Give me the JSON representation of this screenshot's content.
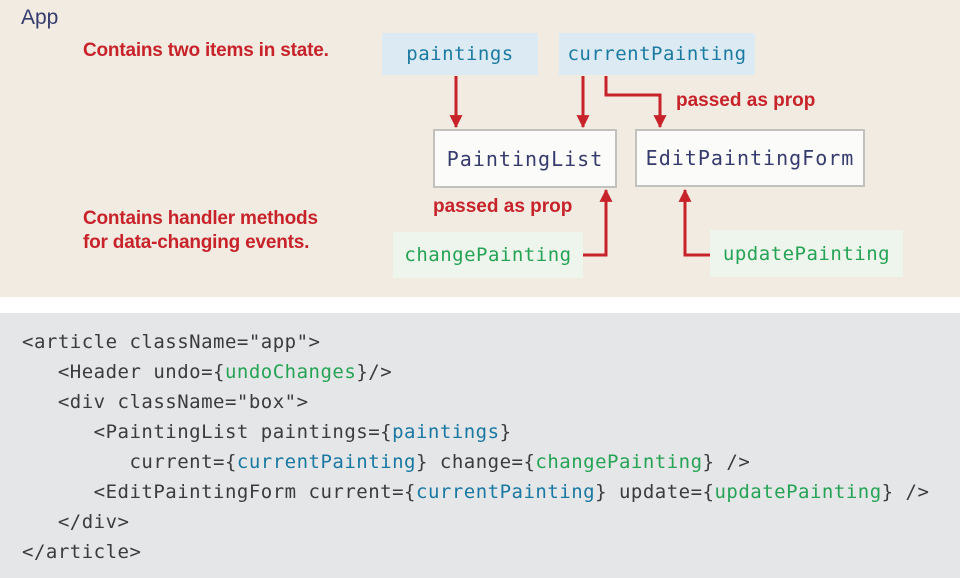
{
  "diagram": {
    "app_label": "App",
    "note_state": "Contains two items in state.",
    "note_handlers_line1": "Contains handler methods",
    "note_handlers_line2": "for data-changing events.",
    "passed_as_prop_right": "passed as prop",
    "passed_as_prop_left": "passed as prop",
    "state_items": {
      "paintings": "paintings",
      "current_painting": "currentPainting"
    },
    "components": {
      "painting_list": "PaintingList",
      "edit_painting_form": "EditPaintingForm"
    },
    "handlers": {
      "change_painting": "changePainting",
      "update_painting": "updatePainting"
    }
  },
  "code": {
    "lines": [
      [
        {
          "t": "<article className=\"app\">",
          "c": "plain"
        }
      ],
      [
        {
          "t": "   <Header undo={",
          "c": "plain"
        },
        {
          "t": "undoChanges",
          "c": "green"
        },
        {
          "t": "}/>",
          "c": "plain"
        }
      ],
      [
        {
          "t": "   <div className=\"box\">",
          "c": "plain"
        }
      ],
      [
        {
          "t": "      <PaintingList paintings={",
          "c": "plain"
        },
        {
          "t": "paintings",
          "c": "blue"
        },
        {
          "t": "}",
          "c": "plain"
        }
      ],
      [
        {
          "t": "         current={",
          "c": "plain"
        },
        {
          "t": "currentPainting",
          "c": "blue"
        },
        {
          "t": "} change={",
          "c": "plain"
        },
        {
          "t": "changePainting",
          "c": "green"
        },
        {
          "t": "} />",
          "c": "plain"
        }
      ],
      [
        {
          "t": "      <EditPaintingForm current={",
          "c": "plain"
        },
        {
          "t": "currentPainting",
          "c": "blue"
        },
        {
          "t": "} update={",
          "c": "plain"
        },
        {
          "t": "updatePainting",
          "c": "green"
        },
        {
          "t": "} />",
          "c": "plain"
        }
      ],
      [
        {
          "t": "   </div>",
          "c": "plain"
        }
      ],
      [
        {
          "t": "</article>",
          "c": "plain"
        }
      ]
    ]
  },
  "colors": {
    "diagram_bg": "#f1ebe1",
    "code_bg": "#e5e6e8",
    "red": "#c8232b",
    "navy": "#363b6e",
    "state_box_bg": "#dcebf3",
    "state_text": "#1b7aa1",
    "handler_box_bg": "#edf5ec",
    "handler_text": "#25a355",
    "component_box_bg": "#fbfbf9",
    "component_box_border": "#c1c1bd",
    "code_plain": "#3b3b3b",
    "code_blue": "#1878a2",
    "code_green": "#25a355"
  }
}
